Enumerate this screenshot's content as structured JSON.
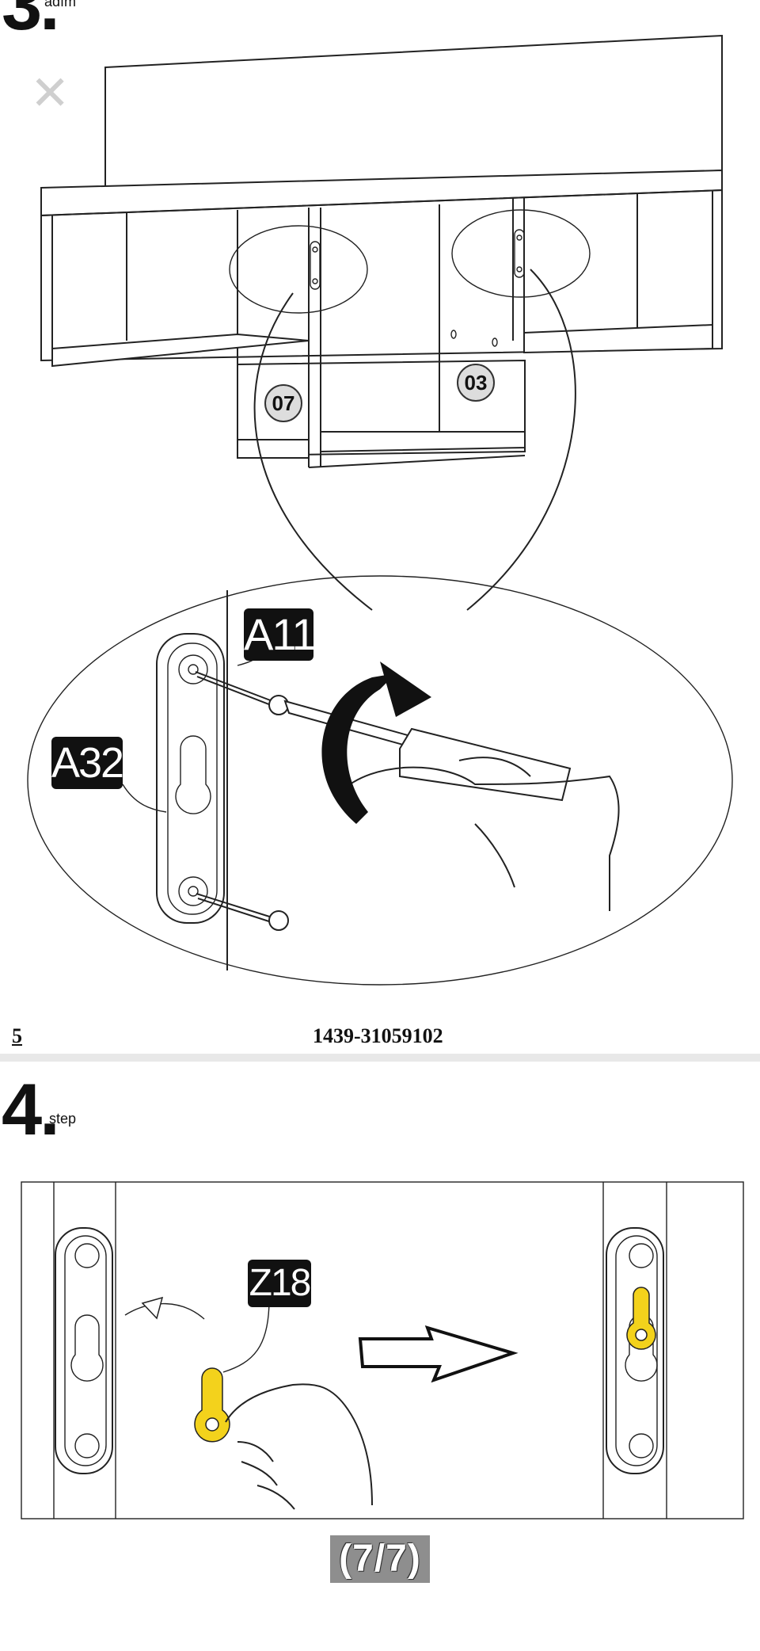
{
  "step3": {
    "number": "3.",
    "word": "adım",
    "part_a11": "A11",
    "part_a32": "A32",
    "part_07": "07",
    "part_03": "03"
  },
  "close_icon": "close-icon",
  "footer": {
    "page_number": "5",
    "doc_code": "1439-31059102"
  },
  "step4": {
    "number": "4.",
    "word": "step",
    "part_z18": "Z18"
  },
  "viewer": {
    "page_counter": "(7/7)"
  },
  "colors": {
    "highlight_yellow": "#f3d21c",
    "counter_bg": "#8e8e8e"
  }
}
